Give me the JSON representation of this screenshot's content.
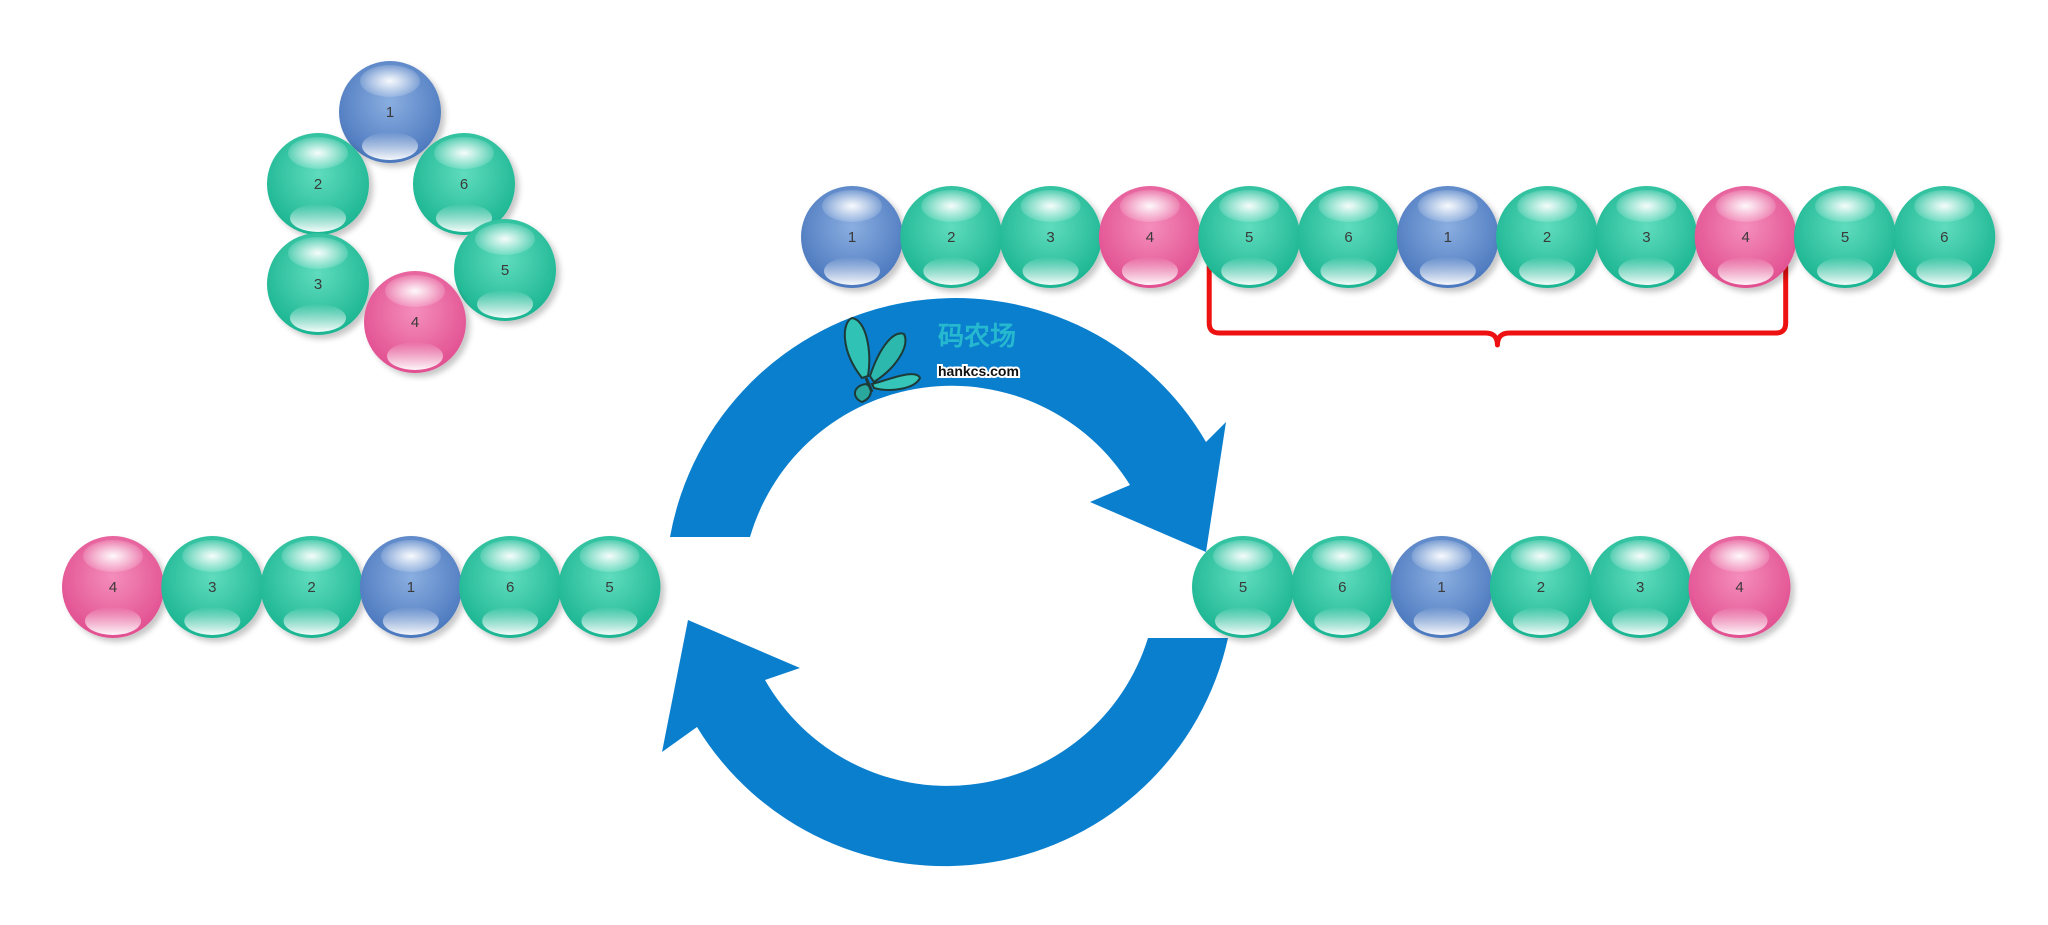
{
  "colors": {
    "teal": "#25c09c",
    "blue": "#5a86c8",
    "pink": "#ea5f9c",
    "arrow": "#0a7fce",
    "brace": "#ee1111",
    "watermark_text": "#26b8cf"
  },
  "ring": {
    "balls": [
      {
        "label": "1",
        "color": "blue"
      },
      {
        "label": "2",
        "color": "teal"
      },
      {
        "label": "6",
        "color": "teal"
      },
      {
        "label": "3",
        "color": "teal"
      },
      {
        "label": "5",
        "color": "teal"
      },
      {
        "label": "4",
        "color": "pink"
      }
    ]
  },
  "doubled_row": {
    "balls": [
      {
        "label": "1",
        "color": "blue"
      },
      {
        "label": "2",
        "color": "teal"
      },
      {
        "label": "3",
        "color": "teal"
      },
      {
        "label": "4",
        "color": "pink"
      },
      {
        "label": "5",
        "color": "teal"
      },
      {
        "label": "6",
        "color": "teal"
      },
      {
        "label": "1",
        "color": "blue"
      },
      {
        "label": "2",
        "color": "teal"
      },
      {
        "label": "3",
        "color": "teal"
      },
      {
        "label": "4",
        "color": "pink"
      },
      {
        "label": "5",
        "color": "teal"
      },
      {
        "label": "6",
        "color": "teal"
      }
    ],
    "bracket_from_index": 4,
    "bracket_to_index": 9
  },
  "left_row": {
    "balls": [
      {
        "label": "4",
        "color": "pink"
      },
      {
        "label": "3",
        "color": "teal"
      },
      {
        "label": "2",
        "color": "teal"
      },
      {
        "label": "1",
        "color": "blue"
      },
      {
        "label": "6",
        "color": "teal"
      },
      {
        "label": "5",
        "color": "teal"
      }
    ]
  },
  "right_row": {
    "balls": [
      {
        "label": "5",
        "color": "teal"
      },
      {
        "label": "6",
        "color": "teal"
      },
      {
        "label": "1",
        "color": "blue"
      },
      {
        "label": "2",
        "color": "teal"
      },
      {
        "label": "3",
        "color": "teal"
      },
      {
        "label": "4",
        "color": "pink"
      }
    ]
  },
  "watermark": {
    "title": "码农场",
    "url": "hankcs.com",
    "logo_icon": "butterfly-icon"
  }
}
